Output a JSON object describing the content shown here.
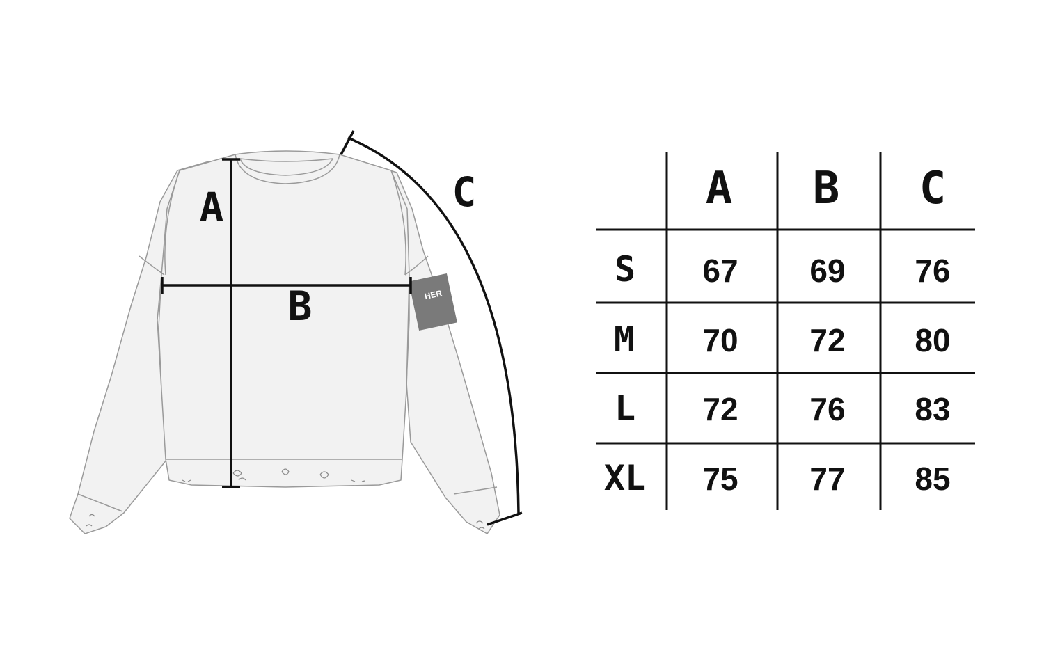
{
  "diagram": {
    "labels": {
      "a": "A",
      "b": "B",
      "c": "C"
    },
    "tag_text": "HER"
  },
  "size_table": {
    "headers": [
      "A",
      "B",
      "C"
    ],
    "rows": [
      {
        "size": "S",
        "values": [
          "67",
          "69",
          "76"
        ]
      },
      {
        "size": "M",
        "values": [
          "70",
          "72",
          "80"
        ]
      },
      {
        "size": "L",
        "values": [
          "72",
          "76",
          "83"
        ]
      },
      {
        "size": "XL",
        "values": [
          "75",
          "77",
          "85"
        ]
      }
    ]
  },
  "colors": {
    "garment_fill": "#f2f2f2",
    "garment_stroke": "#9a9a9a",
    "measure_line": "#111111",
    "tag": "#7a7a7a"
  }
}
